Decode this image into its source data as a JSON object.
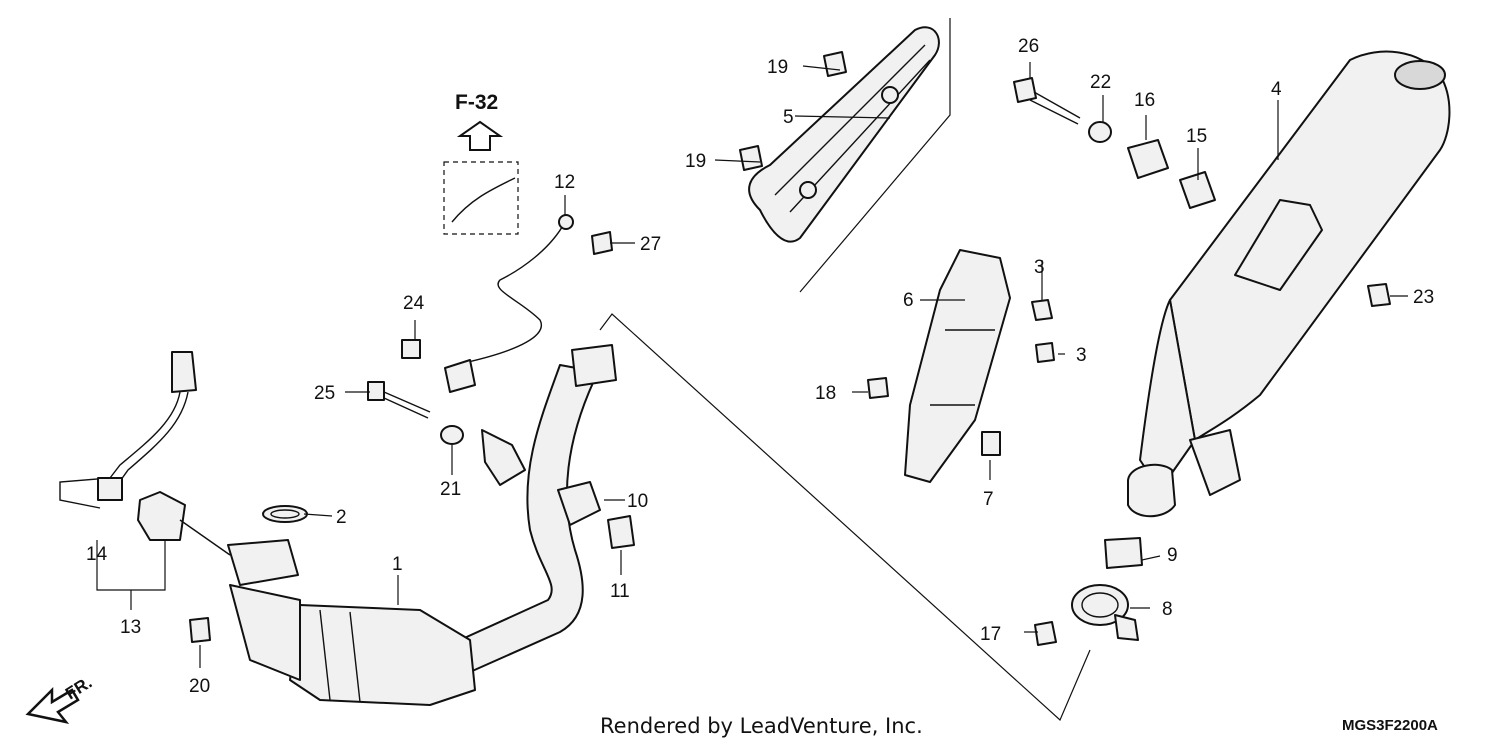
{
  "reference": {
    "label": "F-32"
  },
  "direction": {
    "label": "FR."
  },
  "credit": "Rendered by LeadVenture, Inc.",
  "diagram_code": "MGS3F2200A",
  "callouts": {
    "c1": "1",
    "c2": "2",
    "c3a": "3",
    "c3b": "3",
    "c4": "4",
    "c5": "5",
    "c6": "6",
    "c7": "7",
    "c8": "8",
    "c9": "9",
    "c10": "10",
    "c11": "11",
    "c12": "12",
    "c13": "13",
    "c14": "14",
    "c15": "15",
    "c16": "16",
    "c17": "17",
    "c18": "18",
    "c19a": "19",
    "c19b": "19",
    "c20": "20",
    "c21": "21",
    "c22": "22",
    "c23": "23",
    "c24": "24",
    "c25": "25",
    "c26": "26",
    "c27": "27"
  }
}
